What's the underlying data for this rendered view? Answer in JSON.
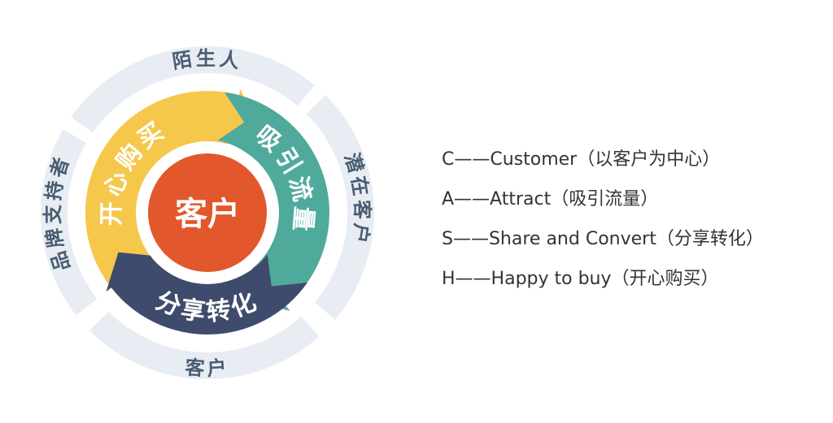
{
  "diagram": {
    "center_label": "客户",
    "inner_labels": {
      "attract": "吸引流量",
      "share": "分享转化",
      "happy": "开心购买"
    },
    "outer_labels": {
      "top": "陌生人",
      "right": "潜在客户",
      "bottom": "客户",
      "left": "品牌支持者"
    },
    "colors": {
      "happy": "#F5C84C",
      "attract": "#4FAA9B",
      "share": "#3F4B6C",
      "center": "#E2572B",
      "outer_ring": "#E8EDF4",
      "outer_text": "#4A5D73"
    }
  },
  "legend": [
    "C——Customer（以客户为中心）",
    "A——Attract（吸引流量）",
    "S——Share and Convert（分享转化）",
    "H——Happy to buy（开心购买）"
  ]
}
